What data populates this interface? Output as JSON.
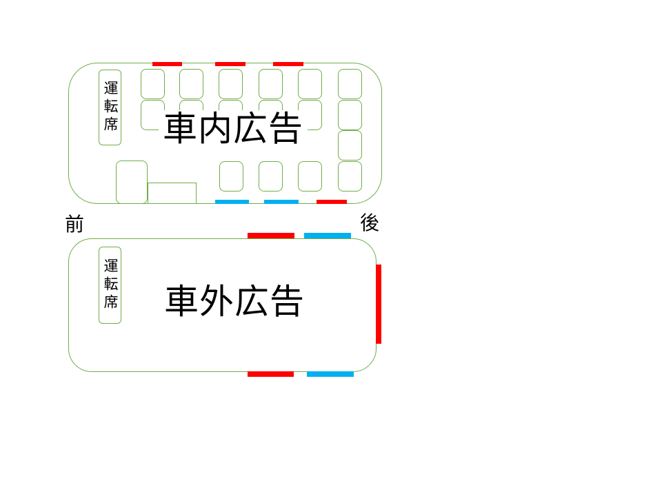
{
  "colors": {
    "outline": "#70ad47",
    "ad_red": "#ff0000",
    "ad_blue": "#00b0f0"
  },
  "labels": {
    "interior_title": "車内広告",
    "exterior_title": "車外広告",
    "front": "前",
    "rear": "後",
    "driver_seat": "運転席"
  }
}
